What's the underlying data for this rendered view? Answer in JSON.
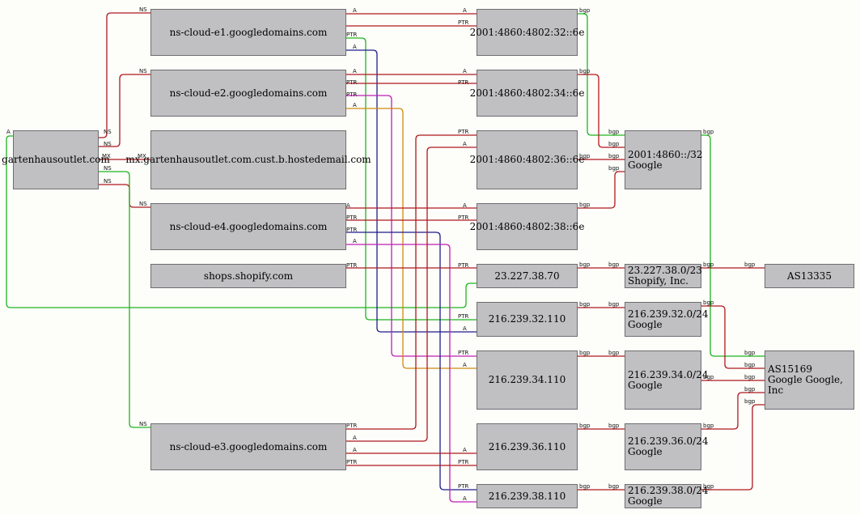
{
  "colors": {
    "red": "#b01a1f",
    "green": "#1fb51f",
    "navy": "#1e1e8c",
    "magenta": "#c01fb5",
    "orange": "#d08a10",
    "box_fill": "#c0bfc2"
  },
  "nodes": {
    "gartenhaus": "gartenhausoutlet.com",
    "e1": "ns-cloud-e1.googledomains.com",
    "e2": "ns-cloud-e2.googledomains.com",
    "mx": "mx.gartenhausoutlet.com.cust.b.hostedemail.com",
    "e4": "ns-cloud-e4.googledomains.com",
    "shops": "shops.shopify.com",
    "e3": "ns-cloud-e3.googledomains.com",
    "ip6_32": "2001:4860:4802:32::6e",
    "ip6_34": "2001:4860:4802:34::6e",
    "ip6_36": "2001:4860:4802:36::6e",
    "ip6_38": "2001:4860:4802:38::6e",
    "ip_23": "23.227.38.70",
    "ip_216_32": "216.239.32.110",
    "ip_216_34": "216.239.34.110",
    "ip_216_36": "216.239.36.110",
    "ip_216_38": "216.239.38.110",
    "net_google6": "2001:4860::/32\nGoogle",
    "net_shopify": "23.227.38.0/23\nShopify, Inc.",
    "net_32": "216.239.32.0/24\nGoogle",
    "net_34": "216.239.34.0/24\nGoogle",
    "net_36": "216.239.36.0/24\nGoogle",
    "net_38": "216.239.38.0/24\nGoogle",
    "as13335": "AS13335",
    "as15169": "AS15169\nGoogle Google, Inc"
  },
  "labels": {
    "a": "A",
    "ptr": "PTR",
    "ns": "NS",
    "mx": "MX",
    "bgp": "bgp"
  }
}
